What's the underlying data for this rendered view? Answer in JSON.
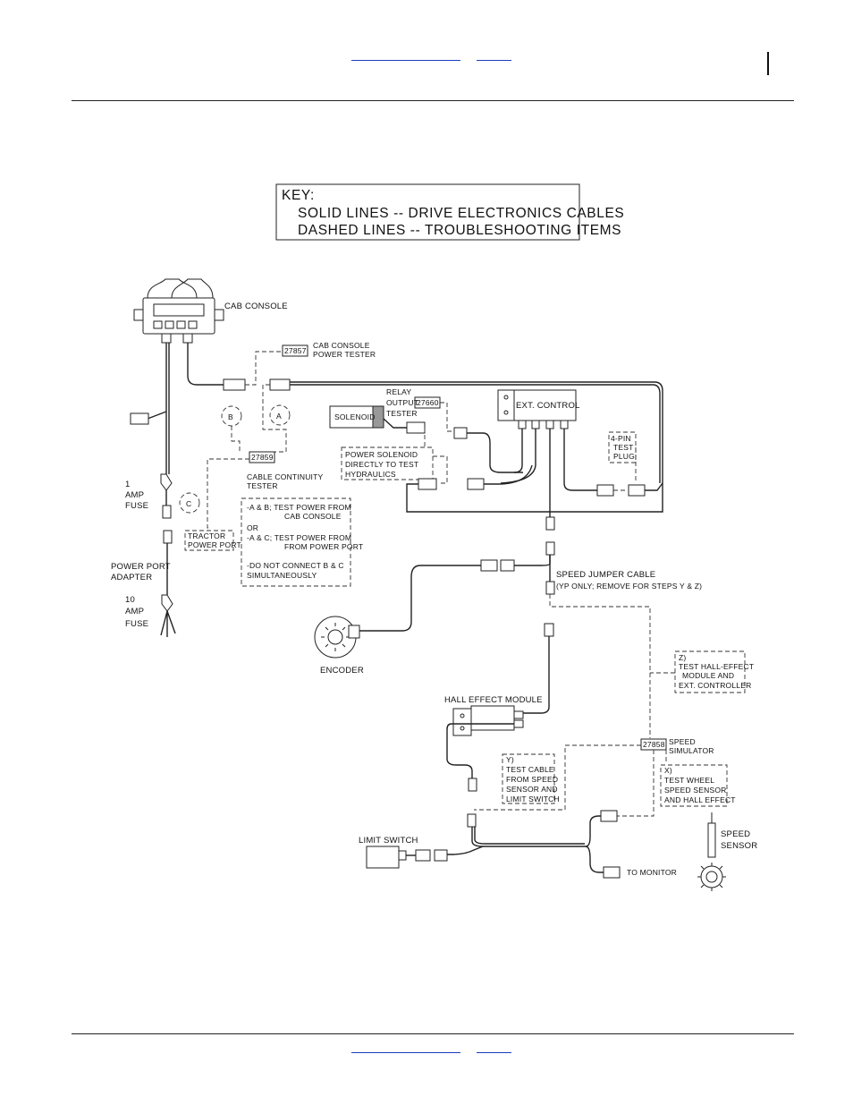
{
  "key": {
    "title": "KEY:",
    "line1": "SOLID LINES -- DRIVE ELECTRONICS CABLES",
    "line2": "DASHED LINES -- TROUBLESHOOTING ITEMS"
  },
  "labels": {
    "cab_console": "CAB CONSOLE",
    "cab_power_tester_num": "27857",
    "cab_power_tester_1": "CAB CONSOLE",
    "cab_power_tester_2": "POWER TESTER",
    "relay_1": "RELAY",
    "relay_2": "OUTPUT",
    "relay_3": "TESTER",
    "relay_num": "27660",
    "solenoid": "SOLENOID",
    "ext_control": "EXT. CONTROL",
    "power_solenoid_1": "POWER SOLENOID",
    "power_solenoid_2": "DIRECTLY TO TEST",
    "power_solenoid_3": "HYDRAULICS",
    "test_plug_1": "4-PIN",
    "test_plug_2": "TEST",
    "test_plug_3": "PLUG",
    "circle_a": "A",
    "circle_b": "B",
    "circle_c": "C",
    "continuity_num": "27859",
    "continuity_1": "CABLE CONTINUITY",
    "continuity_2": "TESTER",
    "amp1_1": "1",
    "amp1_2": "AMP",
    "amp1_3": "FUSE",
    "tractor_1": "TRACTOR",
    "tractor_2": "POWER PORT",
    "note_1": "-A & B; TEST POWER FROM",
    "note_2": "CAB CONSOLE",
    "note_3": "OR",
    "note_4": "-A & C; TEST POWER FROM",
    "note_5": "FROM POWER PORT",
    "note_6": "-DO NOT CONNECT B & C",
    "note_7": "SIMULTANEOUSLY",
    "ppa_1": "POWER PORT",
    "ppa_2": "ADAPTER",
    "amp10_1": "10",
    "amp10_2": "AMP",
    "amp10_3": "FUSE",
    "speed_jumper": "SPEED JUMPER CABLE",
    "speed_jumper_note": "(YP ONLY; REMOVE FOR STEPS Y & Z)",
    "encoder": "ENCODER",
    "z_1": "Z)",
    "z_2": "TEST HALL-EFFECT",
    "z_3": "MODULE AND",
    "z_4": "EXT. CONTROLLER",
    "hall_effect": "HALL EFFECT MODULE",
    "sim_num": "27858",
    "sim_1": "SPEED",
    "sim_2": "SIMULATOR",
    "y_1": "Y)",
    "y_2": "TEST CABLE",
    "y_3": "FROM SPEED",
    "y_4": "SENSOR AND",
    "y_5": "LIMIT SWITCH",
    "x_1": "X)",
    "x_2": "TEST WHEEL",
    "x_3": "SPEED SENSOR",
    "x_4": "AND HALL EFFECT",
    "limit_switch": "LIMIT SWITCH",
    "speed_sensor_1": "SPEED",
    "speed_sensor_2": "SENSOR",
    "to_monitor": "TO MONITOR"
  }
}
